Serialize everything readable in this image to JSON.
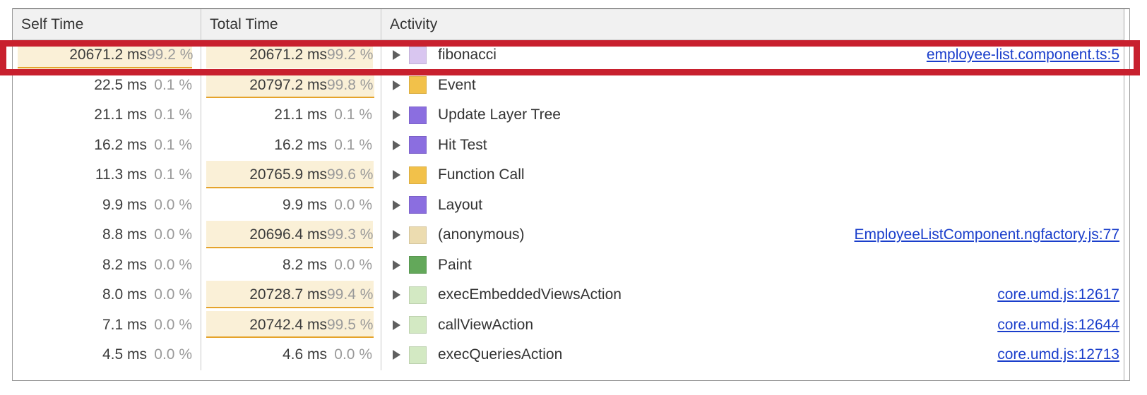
{
  "panel": {
    "name": "bottom-up-call-tree"
  },
  "table": {
    "columns": [
      {
        "key": "self_time",
        "label": "Self Time"
      },
      {
        "key": "total_time",
        "label": "Total Time"
      },
      {
        "key": "activity",
        "label": "Activity"
      }
    ],
    "rows": [
      {
        "self_time_ms": "20671.2 ms",
        "self_time_pct": "99.2 %",
        "self_bar_pct": 99.2,
        "total_time_ms": "20671.2 ms",
        "total_time_pct": "99.2 %",
        "total_bar_pct": 99.2,
        "activity": "fibonacci",
        "swatch": "#d9c6f0",
        "swatch_name": "scripting-light-swatch",
        "source_link": "employee-list.component.ts:5",
        "highlighted": true
      },
      {
        "self_time_ms": "22.5 ms",
        "self_time_pct": "0.1 %",
        "self_bar_pct": 0,
        "total_time_ms": "20797.2 ms",
        "total_time_pct": "99.8 %",
        "total_bar_pct": 99.8,
        "activity": "Event",
        "swatch": "#f2c14a",
        "swatch_name": "scripting-swatch",
        "source_link": "",
        "highlighted": false
      },
      {
        "self_time_ms": "21.1 ms",
        "self_time_pct": "0.1 %",
        "self_bar_pct": 0,
        "total_time_ms": "21.1 ms",
        "total_time_pct": "0.1 %",
        "total_bar_pct": 0,
        "activity": "Update Layer Tree",
        "swatch": "#8b6ee0",
        "swatch_name": "rendering-swatch",
        "source_link": "",
        "highlighted": false
      },
      {
        "self_time_ms": "16.2 ms",
        "self_time_pct": "0.1 %",
        "self_bar_pct": 0,
        "total_time_ms": "16.2 ms",
        "total_time_pct": "0.1 %",
        "total_bar_pct": 0,
        "activity": "Hit Test",
        "swatch": "#8b6ee0",
        "swatch_name": "rendering-swatch",
        "source_link": "",
        "highlighted": false
      },
      {
        "self_time_ms": "11.3 ms",
        "self_time_pct": "0.1 %",
        "self_bar_pct": 0,
        "total_time_ms": "20765.9 ms",
        "total_time_pct": "99.6 %",
        "total_bar_pct": 99.6,
        "activity": "Function Call",
        "swatch": "#f2c14a",
        "swatch_name": "scripting-swatch",
        "source_link": "",
        "highlighted": false
      },
      {
        "self_time_ms": "9.9 ms",
        "self_time_pct": "0.0 %",
        "self_bar_pct": 0,
        "total_time_ms": "9.9 ms",
        "total_time_pct": "0.0 %",
        "total_bar_pct": 0,
        "activity": "Layout",
        "swatch": "#8b6ee0",
        "swatch_name": "rendering-swatch",
        "source_link": "",
        "highlighted": false
      },
      {
        "self_time_ms": "8.8 ms",
        "self_time_pct": "0.0 %",
        "self_bar_pct": 0,
        "total_time_ms": "20696.4 ms",
        "total_time_pct": "99.3 %",
        "total_bar_pct": 99.3,
        "activity": "(anonymous)",
        "swatch": "#ecdcb0",
        "swatch_name": "scripting-pale-swatch",
        "source_link": "EmployeeListComponent.ngfactory.js:77",
        "highlighted": false
      },
      {
        "self_time_ms": "8.2 ms",
        "self_time_pct": "0.0 %",
        "self_bar_pct": 0,
        "total_time_ms": "8.2 ms",
        "total_time_pct": "0.0 %",
        "total_bar_pct": 0,
        "activity": "Paint",
        "swatch": "#63a85a",
        "swatch_name": "painting-swatch",
        "source_link": "",
        "highlighted": false
      },
      {
        "self_time_ms": "8.0 ms",
        "self_time_pct": "0.0 %",
        "self_bar_pct": 0,
        "total_time_ms": "20728.7 ms",
        "total_time_pct": "99.4 %",
        "total_bar_pct": 99.4,
        "activity": "execEmbeddedViewsAction",
        "swatch": "#d3e9c3",
        "swatch_name": "painting-pale-swatch",
        "source_link": "core.umd.js:12617",
        "highlighted": false
      },
      {
        "self_time_ms": "7.1 ms",
        "self_time_pct": "0.0 %",
        "self_bar_pct": 0,
        "total_time_ms": "20742.4 ms",
        "total_time_pct": "99.5 %",
        "total_bar_pct": 99.5,
        "activity": "callViewAction",
        "swatch": "#d3e9c3",
        "swatch_name": "painting-pale-swatch",
        "source_link": "core.umd.js:12644",
        "highlighted": false
      },
      {
        "self_time_ms": "4.5 ms",
        "self_time_pct": "0.0 %",
        "self_bar_pct": 0,
        "total_time_ms": "4.6 ms",
        "total_time_pct": "0.0 %",
        "total_bar_pct": 0,
        "activity": "execQueriesAction",
        "swatch": "#d3e9c3",
        "swatch_name": "painting-pale-swatch",
        "source_link": "core.umd.js:12713",
        "highlighted": false
      }
    ]
  },
  "annotation": {
    "color": "#c8202e",
    "target_row_index": 0
  }
}
